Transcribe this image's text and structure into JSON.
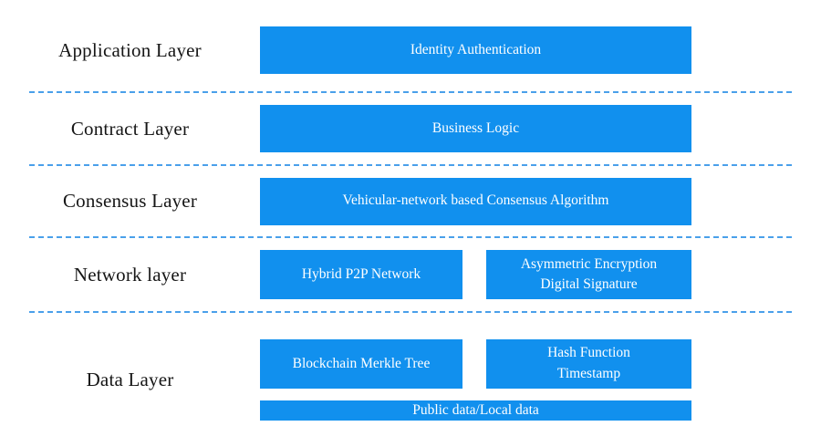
{
  "colors": {
    "box_blue": "#1190EE",
    "separator_blue": "#4AA0EA",
    "box_text": "#FFFFFF",
    "label_text": "#161616"
  },
  "layers": [
    {
      "label": "Application Layer",
      "boxes": [
        {
          "lines": [
            "Identity Authentication"
          ]
        }
      ]
    },
    {
      "label": "Contract Layer",
      "boxes": [
        {
          "lines": [
            "Business Logic"
          ]
        }
      ]
    },
    {
      "label": "Consensus Layer",
      "boxes": [
        {
          "lines": [
            "Vehicular-network based Consensus Algorithm"
          ]
        }
      ]
    },
    {
      "label": "Network layer",
      "boxes": [
        {
          "lines": [
            "Hybrid P2P Network"
          ]
        },
        {
          "lines": [
            "Asymmetric Encryption",
            "Digital Signature"
          ]
        }
      ]
    },
    {
      "label": "Data Layer",
      "boxes": [
        {
          "lines": [
            "Blockchain Merkle Tree"
          ]
        },
        {
          "lines": [
            "Hash Function",
            "Timestamp"
          ]
        },
        {
          "lines": [
            "Public data/Local data"
          ]
        }
      ]
    }
  ]
}
